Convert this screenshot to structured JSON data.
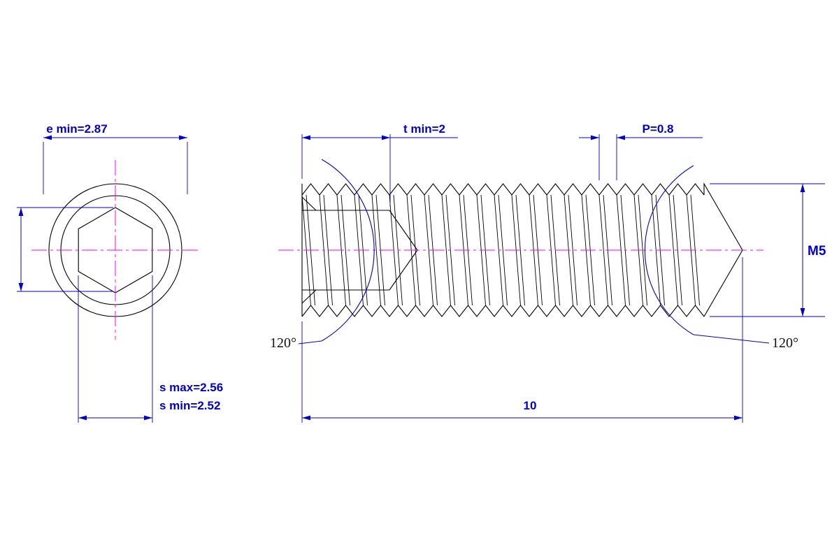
{
  "views": {
    "end_view": {
      "dimensions": {
        "e_min": "e min=2.87",
        "s_max": "s max=2.56",
        "s_min": "s min=2.52"
      }
    },
    "side_view": {
      "dimensions": {
        "t_min": "t min=2",
        "pitch": "P=0.8",
        "thread_size": "M5",
        "length": "10",
        "socket_angle": "120°",
        "point_angle": "120°"
      }
    }
  },
  "colors": {
    "dimension": "#0000cd",
    "outline": "#000000",
    "centerline": "#ff00ff",
    "angle_text": "#111111",
    "background": "#ffffff"
  }
}
